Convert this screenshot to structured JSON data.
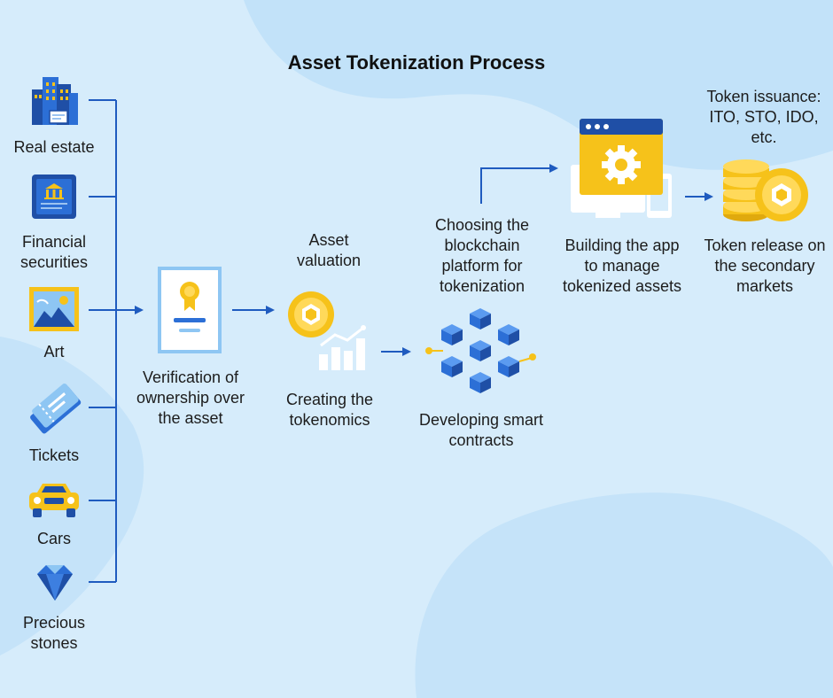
{
  "title": "Asset Tokenization Process",
  "assets": [
    {
      "label": "Real estate",
      "icon": "building-icon"
    },
    {
      "label": "Financial securities",
      "icon": "bank-document-icon"
    },
    {
      "label": "Art",
      "icon": "painting-icon"
    },
    {
      "label": "Tickets",
      "icon": "ticket-icon"
    },
    {
      "label": "Cars",
      "icon": "car-icon"
    },
    {
      "label": "Precious stones",
      "icon": "gem-icon"
    }
  ],
  "steps": {
    "verification": "Verification of ownership over the asset",
    "valuation": "Asset valuation",
    "tokenomics": "Creating the tokenomics",
    "smart_contracts": "Developing smart contracts",
    "blockchain": "Choosing the blockchain platform for tokenization",
    "app": "Building the app to manage tokenized assets",
    "issuance": "Token issuance: ITO, STO, IDO, etc.",
    "release": "Token release on the secondary markets"
  },
  "colors": {
    "background": "#d6ecfb",
    "blob": "#bfe0f8",
    "arrow": "#1f5bbf",
    "accent_yellow": "#f6c21a",
    "navy": "#1f4fa6"
  }
}
